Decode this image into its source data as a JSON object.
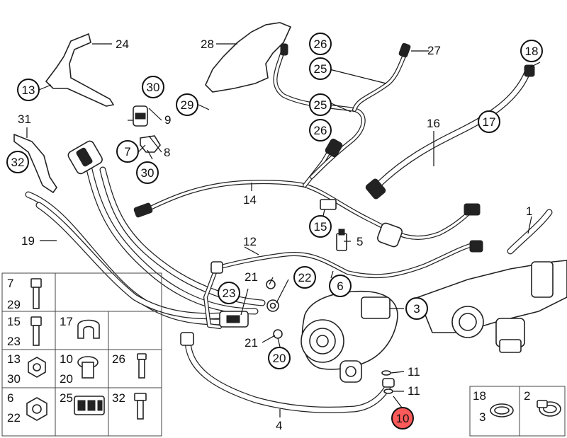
{
  "callouts": {
    "c1": "1",
    "c3": "3",
    "c4": "4",
    "c5": "5",
    "c6": "6",
    "c7": "7",
    "c8": "8",
    "c9": "9",
    "c10": "10",
    "c11a": "11",
    "c11b": "11",
    "c12": "12",
    "c13": "13",
    "c14": "14",
    "c15": "15",
    "c16": "16",
    "c17": "17",
    "c18": "18",
    "c19": "19",
    "c20": "20",
    "c21a": "21",
    "c21b": "21",
    "c22": "22",
    "c23": "23",
    "c24": "24",
    "c25a": "25",
    "c25b": "25",
    "c26a": "26",
    "c26b": "26",
    "c27": "27",
    "c28": "28",
    "c29": "29",
    "c30a": "30",
    "c30b": "30",
    "c31": "31",
    "c32": "32"
  },
  "legend": {
    "r1": {
      "a": "7",
      "b": "29",
      "c": "",
      "d": ""
    },
    "r2": {
      "a": "15",
      "b": "23",
      "c": "17"
    },
    "r3": {
      "a": "13",
      "b": "30",
      "c": "10",
      "d": "20",
      "e": "26"
    },
    "r4": {
      "a": "6",
      "b": "22",
      "c": "25",
      "d": "32"
    }
  },
  "legend2": {
    "a": "18",
    "b": "3",
    "c": "2"
  },
  "highlight_color": "#ff5a5a"
}
